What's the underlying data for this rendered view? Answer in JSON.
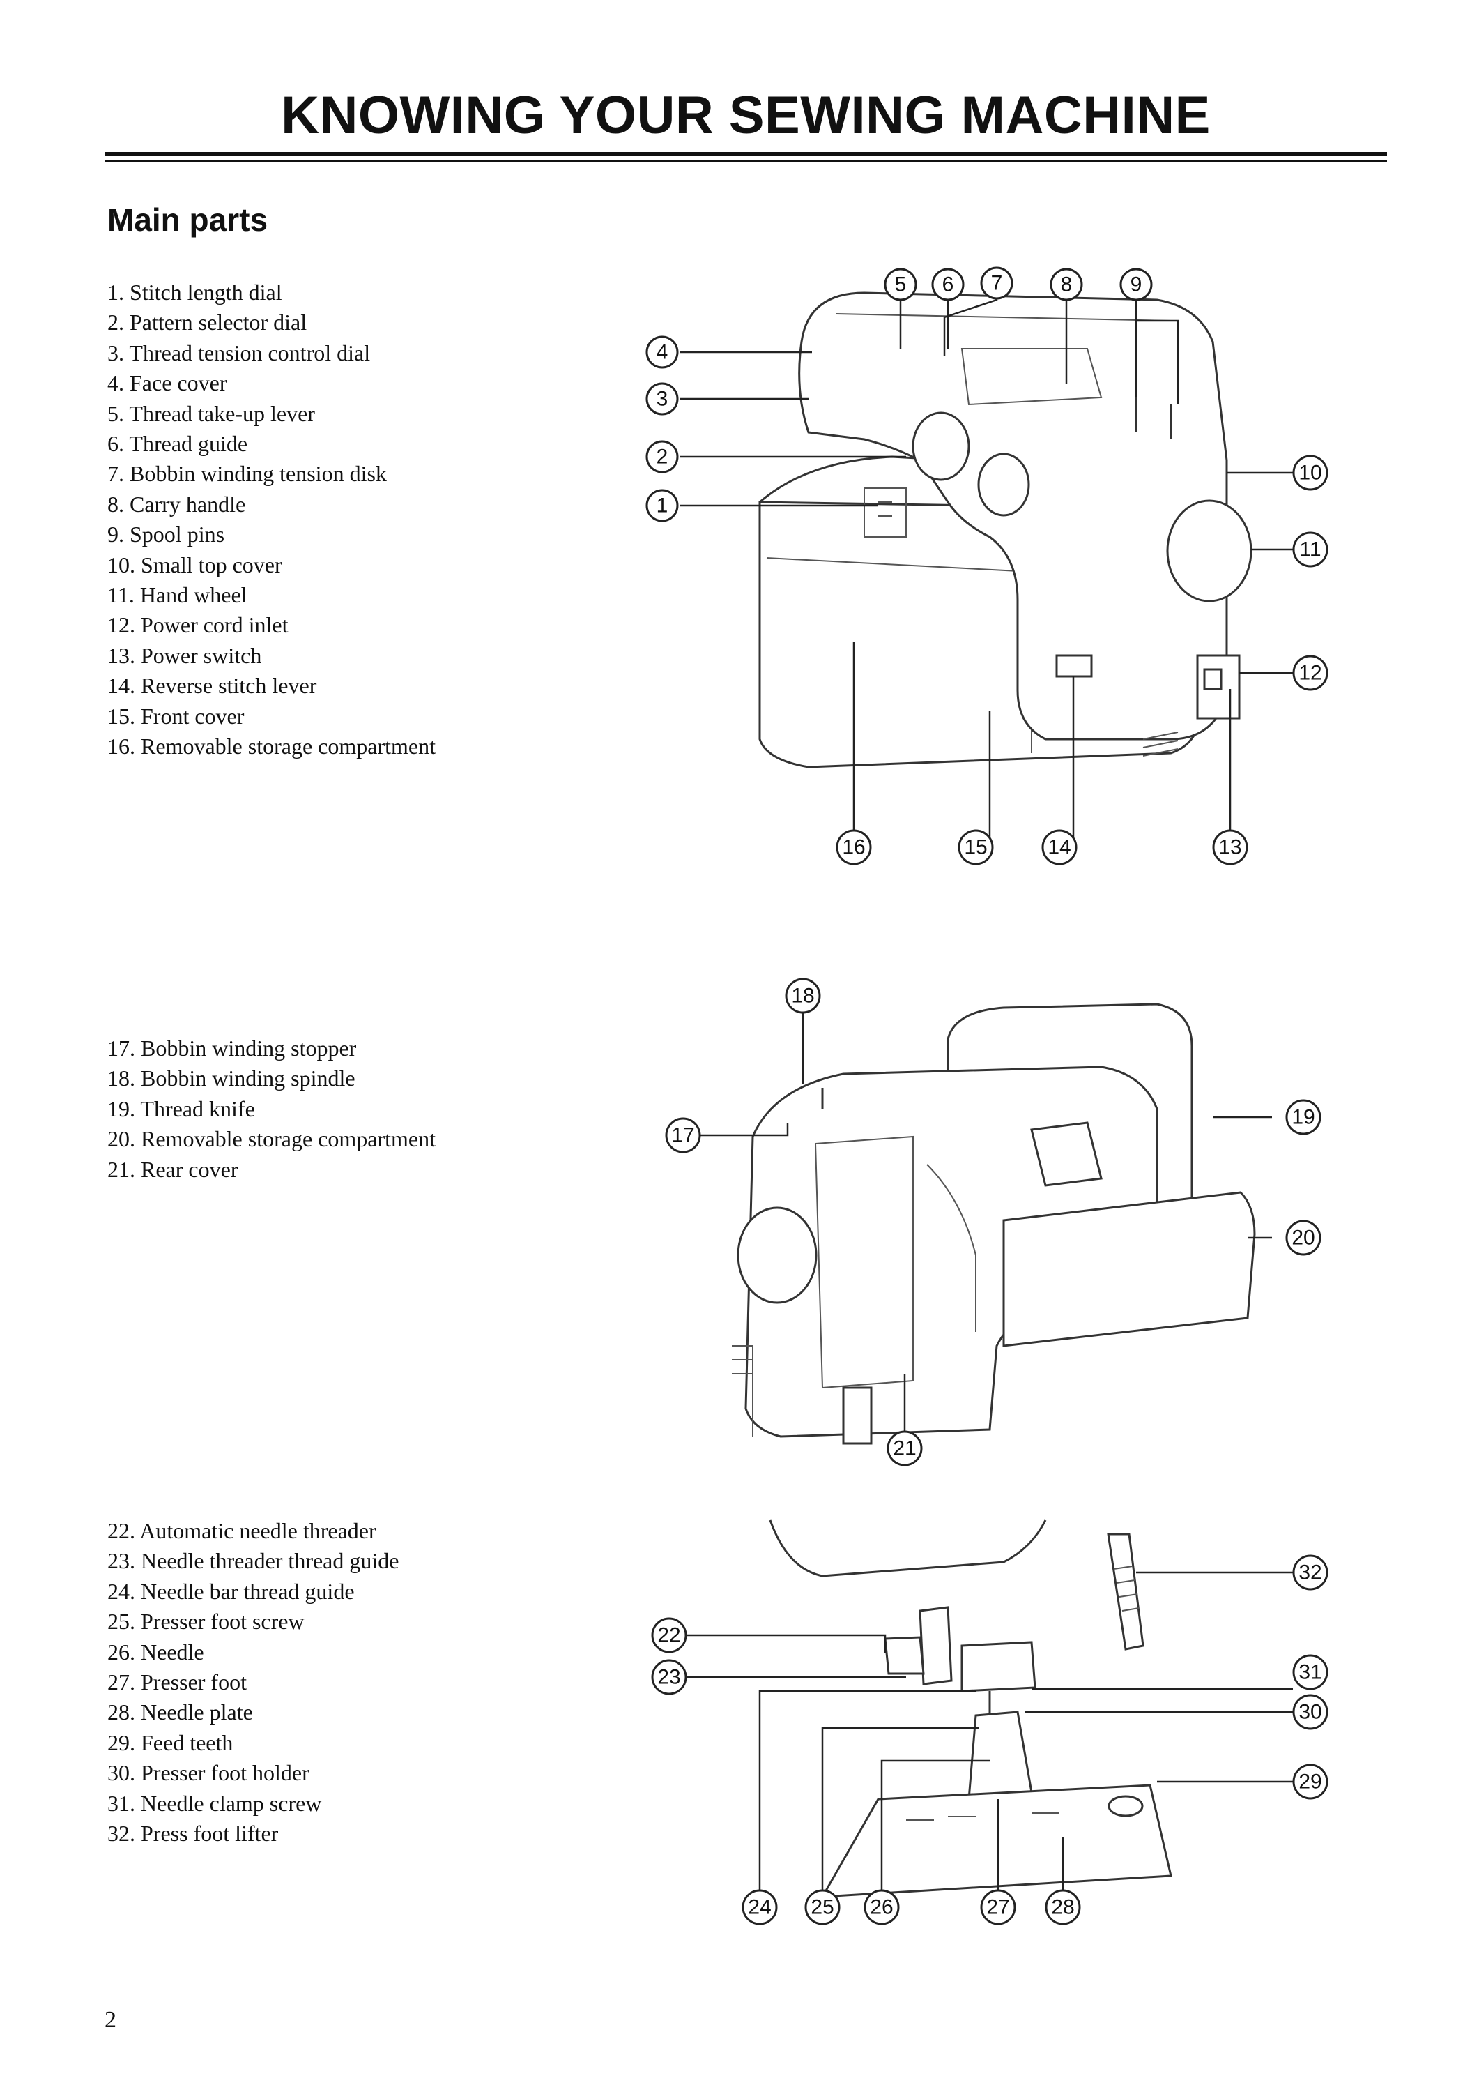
{
  "header": {
    "title": "KNOWING YOUR SEWING MACHINE"
  },
  "section": {
    "title": "Main parts"
  },
  "parts": {
    "group1": [
      "1. Stitch length dial",
      "2. Pattern selector dial",
      "3. Thread tension control dial",
      "4. Face cover",
      "5. Thread take-up lever",
      "6. Thread guide",
      "7. Bobbin winding tension disk",
      "8. Carry handle",
      "9. Spool pins",
      "10. Small top cover",
      "11. Hand wheel",
      "12. Power cord inlet",
      "13. Power switch",
      "14. Reverse stitch lever",
      "15. Front cover",
      "16. Removable storage compartment"
    ],
    "group2": [
      "17. Bobbin winding stopper",
      "18. Bobbin winding spindle",
      "19. Thread knife",
      "20. Removable storage compartment",
      "21. Rear cover"
    ],
    "group3": [
      "22. Automatic needle threader",
      "23. Needle threader thread guide",
      "24. Needle bar thread guide",
      "25. Presser foot screw",
      "26. Needle",
      "27. Presser foot",
      "28. Needle plate",
      "29. Feed teeth",
      "30. Presser foot holder",
      "31. Needle clamp screw",
      "32. Press foot lifter"
    ]
  },
  "callouts": {
    "front": [
      "1",
      "2",
      "3",
      "4",
      "5",
      "6",
      "7",
      "8",
      "9",
      "10",
      "11",
      "12",
      "13",
      "14",
      "15",
      "16"
    ],
    "rear": [
      "17",
      "18",
      "19",
      "20",
      "21"
    ],
    "needle": [
      "22",
      "23",
      "24",
      "25",
      "26",
      "27",
      "28",
      "29",
      "30",
      "31",
      "32"
    ]
  },
  "footer": {
    "page_number": "2"
  }
}
